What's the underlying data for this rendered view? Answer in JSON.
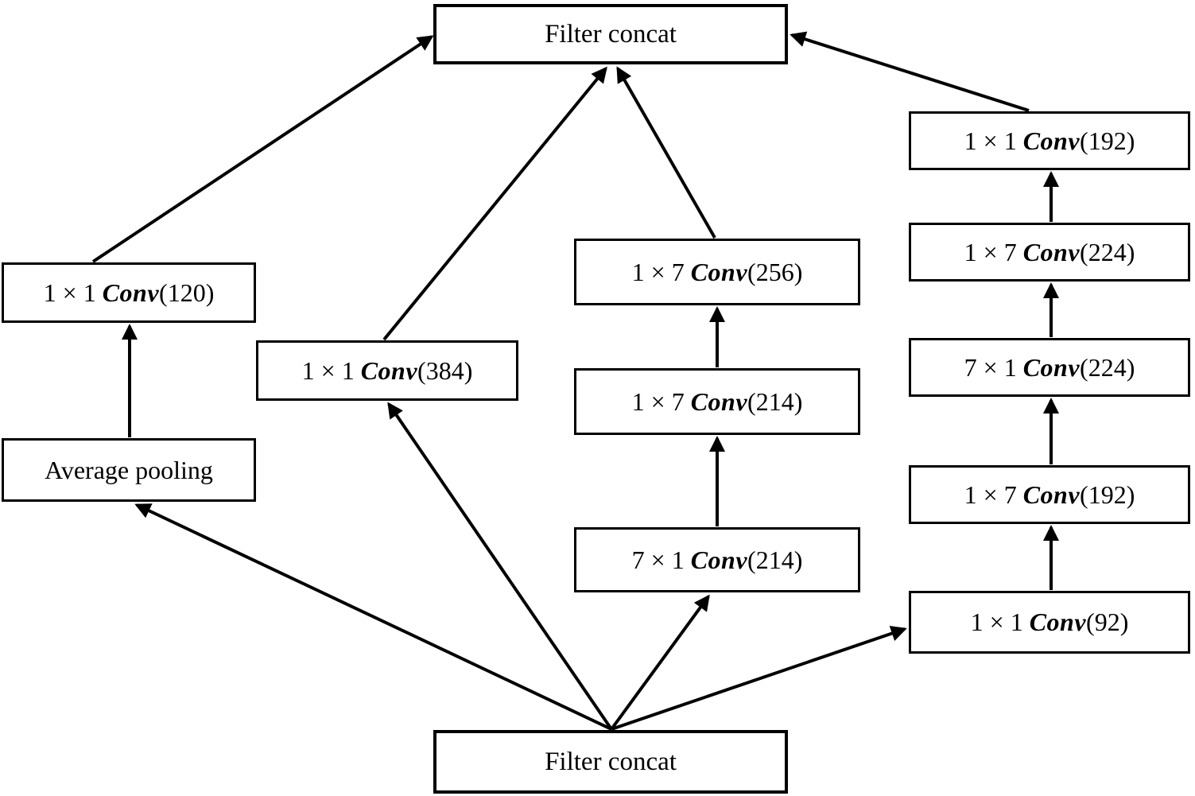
{
  "nodes": {
    "filter_concat_top": {
      "label": "Filter concat"
    },
    "conv_1x1_120": {
      "pre": "1 × 1 ",
      "op": "Conv",
      "post": "(120)"
    },
    "average_pooling": {
      "label": "Average pooling"
    },
    "conv_1x1_384": {
      "pre": "1 × 1 ",
      "op": "Conv",
      "post": "(384)"
    },
    "conv_1x7_256": {
      "pre": "1 × 7 ",
      "op": "Conv",
      "post": "(256)"
    },
    "conv_1x7_214": {
      "pre": "1 × 7 ",
      "op": "Conv",
      "post": "(214)"
    },
    "conv_7x1_214": {
      "pre": "7 × 1 ",
      "op": "Conv",
      "post": "(214)"
    },
    "conv_1x1_192": {
      "pre": "1 × 1 ",
      "op": "Conv",
      "post": "(192)"
    },
    "conv_1x7_224": {
      "pre": "1 × 7 ",
      "op": "Conv",
      "post": "(224)"
    },
    "conv_7x1_224": {
      "pre": "7 × 1 ",
      "op": "Conv",
      "post": "(224)"
    },
    "conv_1x7_192": {
      "pre": "1 × 7 ",
      "op": "Conv",
      "post": "(192)"
    },
    "conv_1x1_92": {
      "pre": "1 × 1 ",
      "op": "Conv",
      "post": "(92)"
    },
    "filter_concat_bottom": {
      "label": "Filter concat"
    }
  },
  "edges": [
    {
      "from": "conv_1x1_120",
      "to": "filter_concat_top"
    },
    {
      "from": "conv_1x1_384",
      "to": "filter_concat_top"
    },
    {
      "from": "conv_1x7_256",
      "to": "filter_concat_top"
    },
    {
      "from": "conv_1x1_192",
      "to": "filter_concat_top"
    },
    {
      "from": "average_pooling",
      "to": "conv_1x1_120"
    },
    {
      "from": "conv_1x7_214",
      "to": "conv_1x7_256"
    },
    {
      "from": "conv_7x1_214",
      "to": "conv_1x7_214"
    },
    {
      "from": "conv_1x7_224",
      "to": "conv_1x1_192"
    },
    {
      "from": "conv_7x1_224",
      "to": "conv_1x7_224"
    },
    {
      "from": "conv_1x7_192",
      "to": "conv_7x1_224"
    },
    {
      "from": "conv_1x1_92",
      "to": "conv_1x7_192"
    },
    {
      "from": "filter_concat_bottom",
      "to": "average_pooling"
    },
    {
      "from": "filter_concat_bottom",
      "to": "conv_1x1_384"
    },
    {
      "from": "filter_concat_bottom",
      "to": "conv_7x1_214"
    },
    {
      "from": "filter_concat_bottom",
      "to": "conv_1x1_92"
    }
  ],
  "colors": {
    "background": "#ffffff",
    "box_fill": "#ffffff",
    "box_border": "#000000",
    "line": "#000000",
    "text": "#000000"
  }
}
